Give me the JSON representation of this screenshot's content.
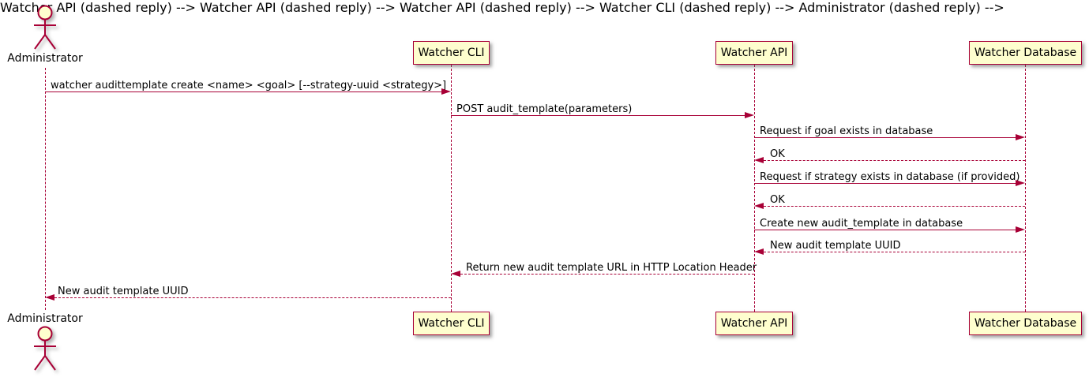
{
  "diagram": {
    "type": "sequence-diagram",
    "actor": {
      "name": "Administrator"
    },
    "participants": [
      {
        "label": "Watcher CLI"
      },
      {
        "label": "Watcher API"
      },
      {
        "label": "Watcher Database"
      }
    ],
    "messages": [
      {
        "from": "Administrator",
        "to": "Watcher CLI",
        "style": "solid",
        "text": "watcher audittemplate create <name> <goal> [--strategy-uuid <strategy>]"
      },
      {
        "from": "Watcher CLI",
        "to": "Watcher API",
        "style": "solid",
        "text": "POST audit_template(parameters)"
      },
      {
        "from": "Watcher API",
        "to": "Watcher Database",
        "style": "solid",
        "text": "Request if goal exists in database"
      },
      {
        "from": "Watcher Database",
        "to": "Watcher API",
        "style": "dashed",
        "text": "OK"
      },
      {
        "from": "Watcher API",
        "to": "Watcher Database",
        "style": "solid",
        "text": "Request if strategy exists in database (if provided)"
      },
      {
        "from": "Watcher Database",
        "to": "Watcher API",
        "style": "dashed",
        "text": "OK"
      },
      {
        "from": "Watcher API",
        "to": "Watcher Database",
        "style": "solid",
        "text": "Create new audit_template in database"
      },
      {
        "from": "Watcher Database",
        "to": "Watcher API",
        "style": "dashed",
        "text": "New audit template UUID"
      },
      {
        "from": "Watcher API",
        "to": "Watcher CLI",
        "style": "dashed",
        "text": "Return new audit template URL in HTTP Location Header"
      },
      {
        "from": "Watcher CLI",
        "to": "Administrator",
        "style": "dashed",
        "text": "New audit template UUID"
      }
    ],
    "colors": {
      "line": "#A80036",
      "participant_fill": "#FEFECE",
      "text": "#000000",
      "background": "#FFFFFF"
    }
  }
}
